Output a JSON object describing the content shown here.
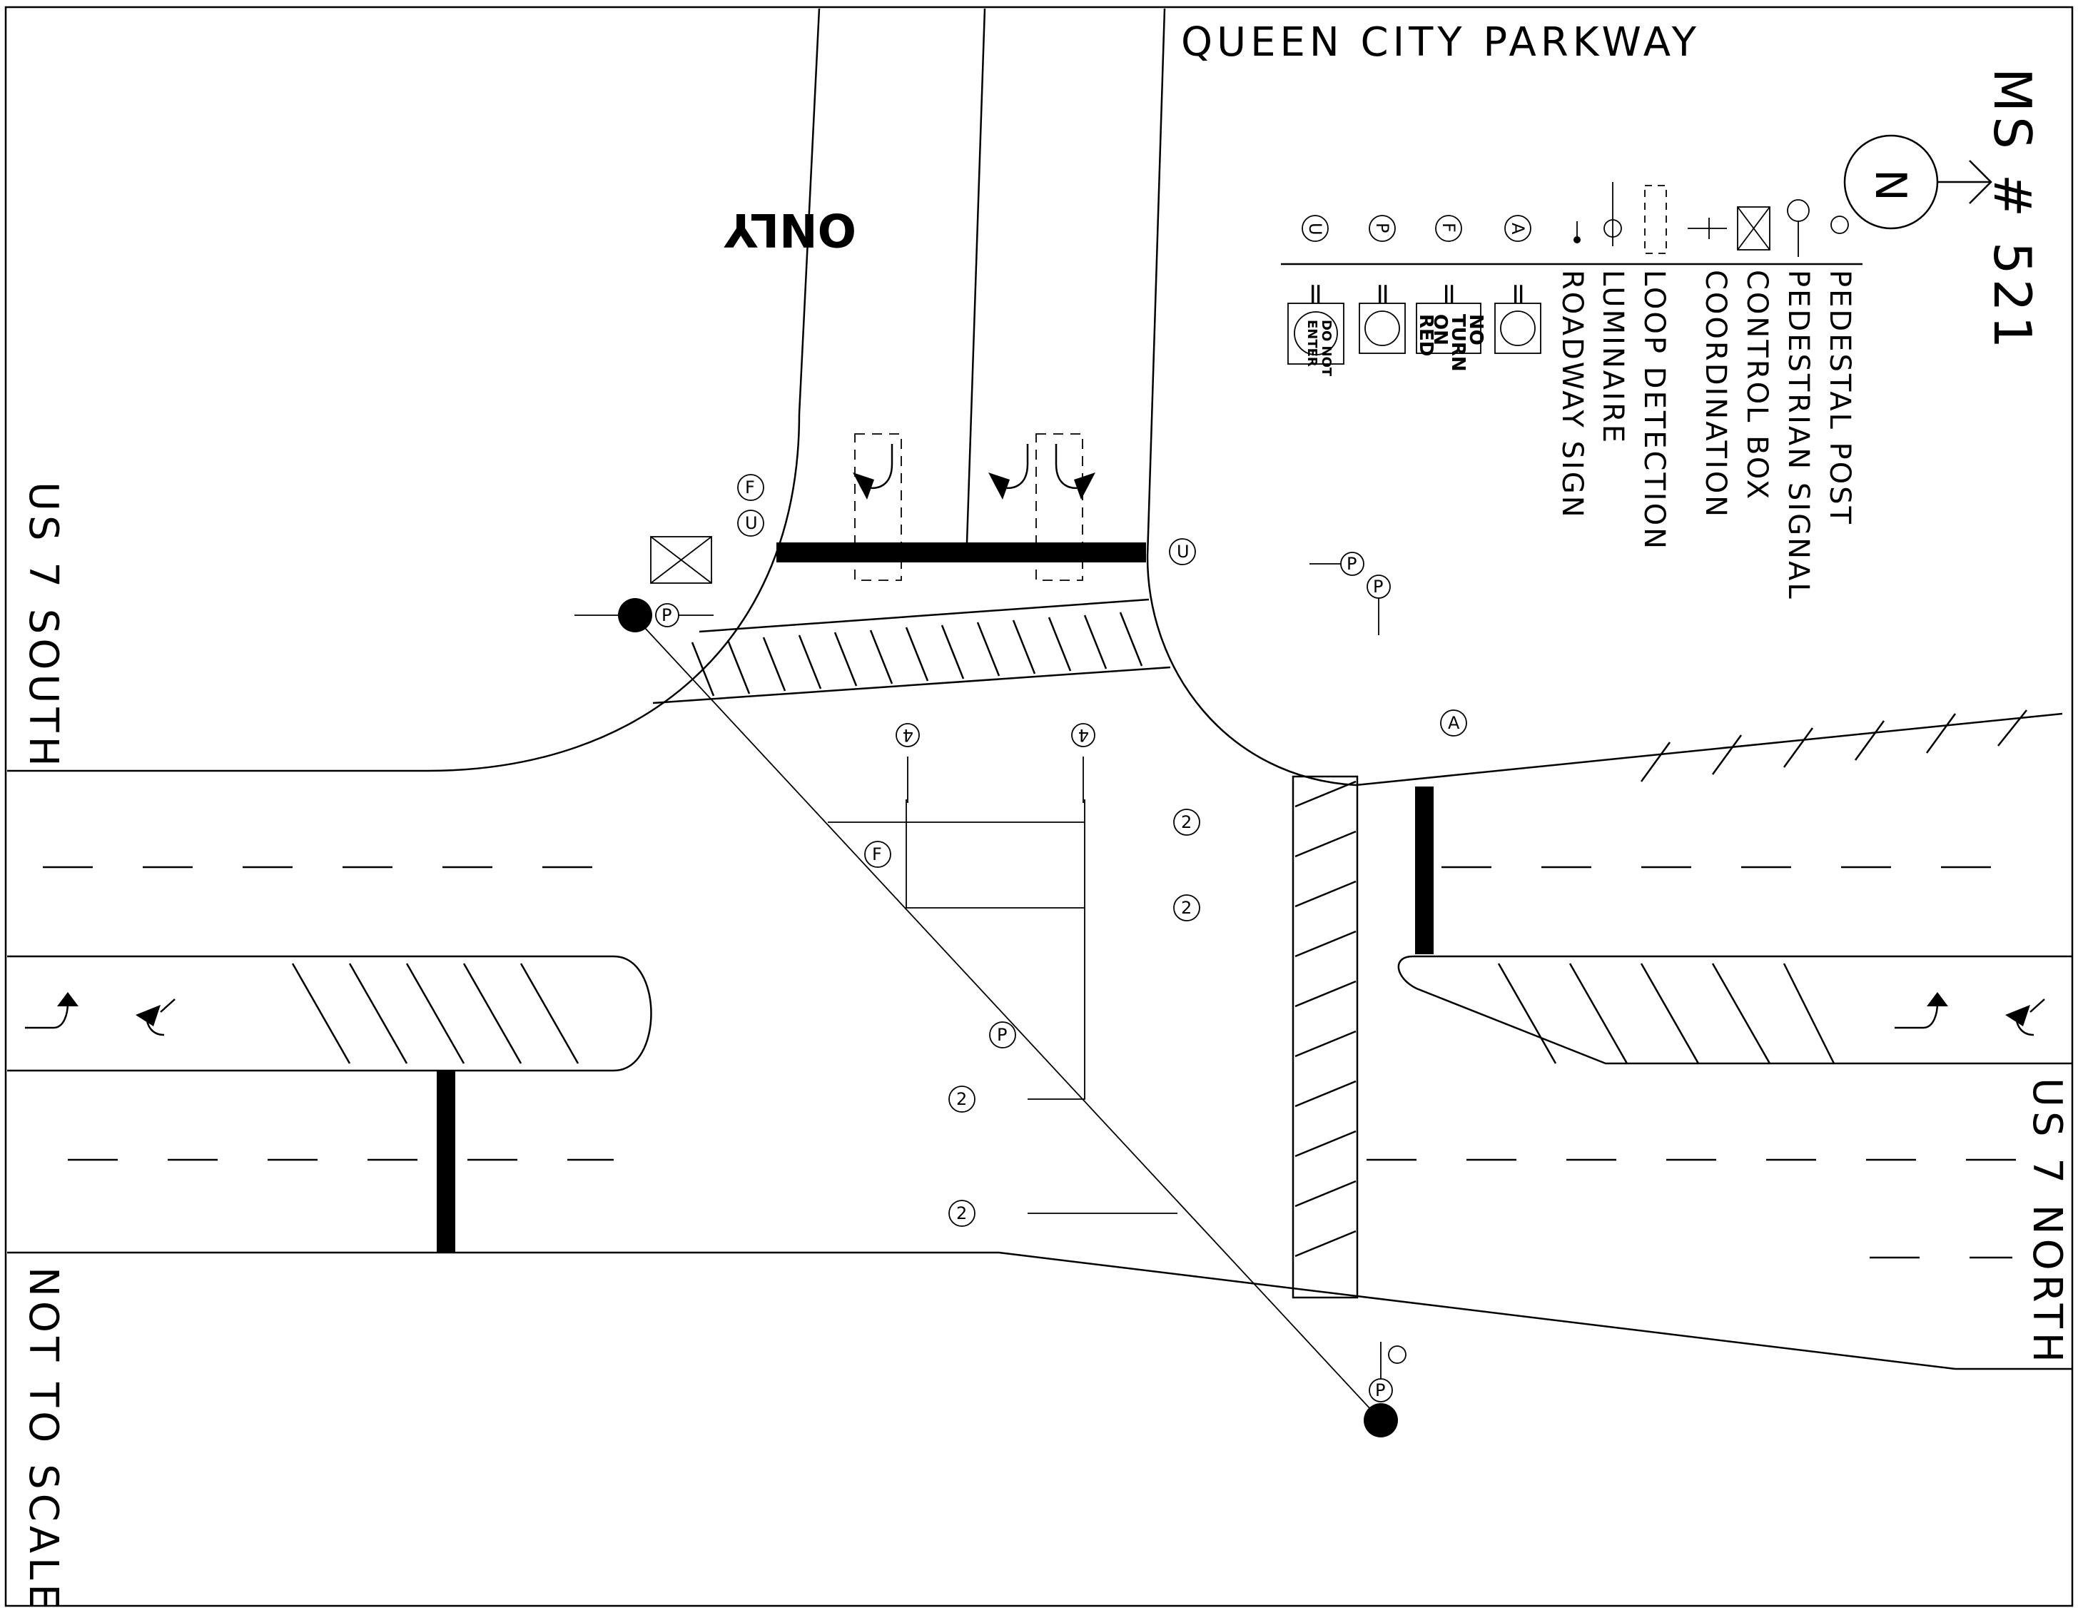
{
  "sheet": {
    "street_top": "QUEEN CITY PARKWAY",
    "street_left": "US 7 SOUTH",
    "street_right": "US 7 NORTH",
    "scale_note": "NOT TO SCALE",
    "drawing_number": "MS # 521",
    "north_arrow": "N",
    "lane_marking": "ONLY"
  },
  "legend": {
    "items": [
      {
        "icon": "pedestal-post-icon",
        "label": "PEDESTAL POST"
      },
      {
        "icon": "pedestrian-signal-icon",
        "label": "PEDESTRIAN SIGNAL"
      },
      {
        "icon": "control-box-icon",
        "label": "CONTROL BOX"
      },
      {
        "icon": "coordination-icon",
        "label": "COORDINATION"
      },
      {
        "icon": "loop-detection-icon",
        "label": "LOOP DETECTION"
      },
      {
        "icon": "luminaire-icon",
        "label": "LUMINAIRE"
      },
      {
        "icon": "roadway-sign-icon",
        "label": "ROADWAY SIGN"
      }
    ],
    "signs": [
      {
        "code": "A",
        "equals": "=",
        "sign": "left-u-turn-prohibition-sign"
      },
      {
        "code": "F",
        "equals": "=",
        "sign_text": [
          "NO",
          "TURN",
          "ON",
          "RED"
        ]
      },
      {
        "code": "P",
        "equals": "=",
        "sign": "u-turn-sign"
      },
      {
        "code": "U",
        "equals": "=",
        "sign_text": [
          "DO NOT",
          "ENTER"
        ]
      }
    ]
  },
  "markers": {
    "signal_head_4": "4",
    "signal_head_2": "2",
    "sign_f": "F",
    "sign_p": "P",
    "sign_u": "U",
    "sign_a": "A",
    "ped": "P"
  }
}
